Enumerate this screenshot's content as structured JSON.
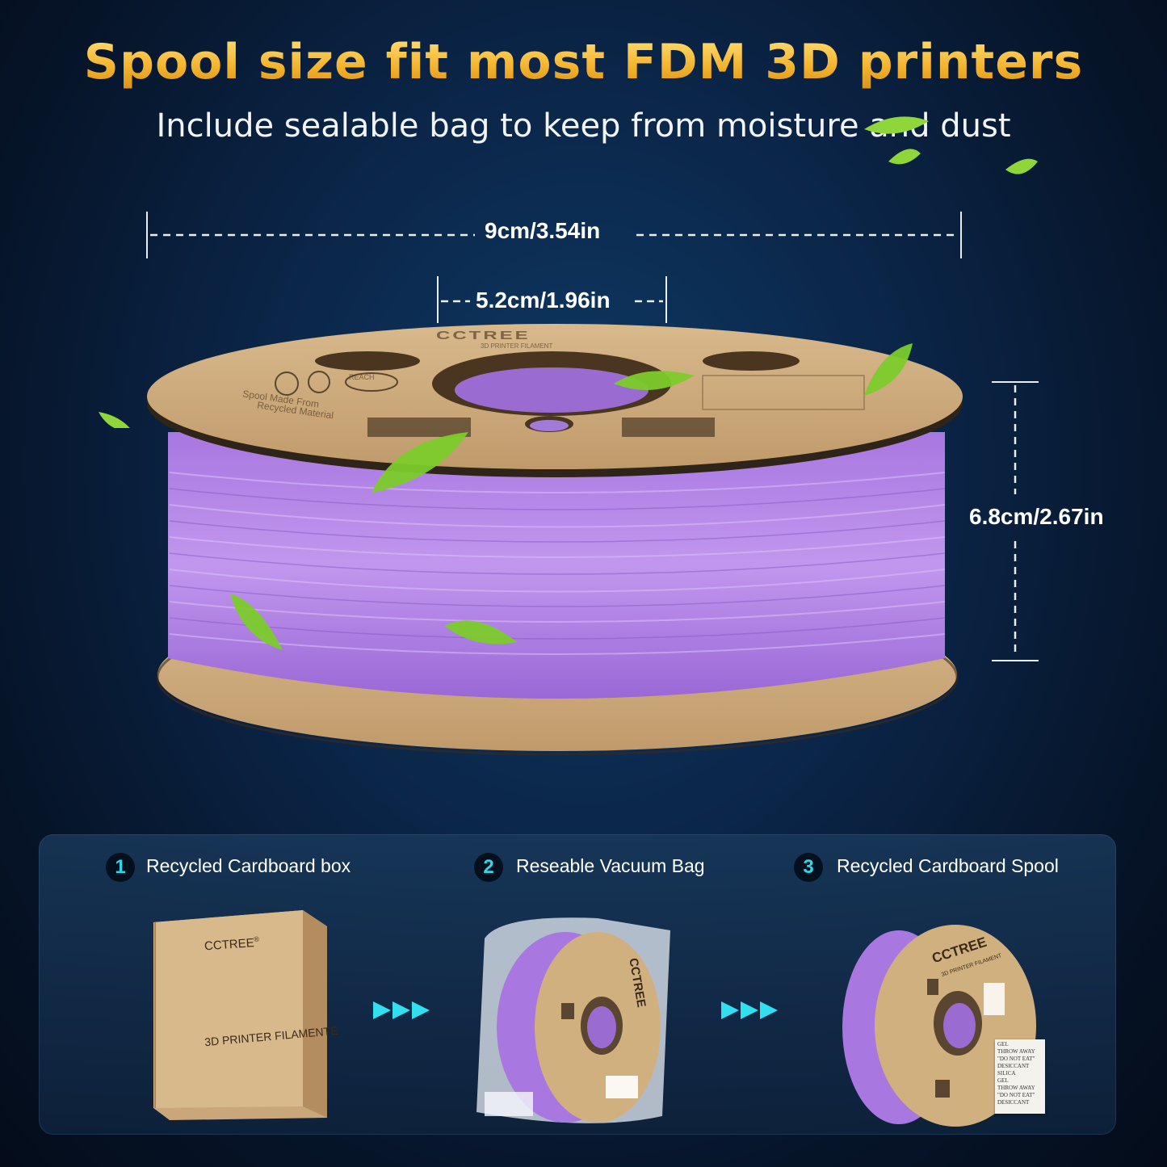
{
  "headline": "Spool size fit most FDM 3D printers",
  "subline": "Include sealable bag to keep from moisture and dust",
  "dimensions": {
    "outer_diameter": "9cm/3.54in",
    "inner_hole": "5.2cm/1.96in",
    "width": "6.8cm/2.67in"
  },
  "spool_label": {
    "brand": "CCTREE",
    "tagline": "3D PRINTER FILAMENT",
    "material_note_line1": "Spool Made From",
    "material_note_line2": "Recycled Material",
    "badge": "REACH"
  },
  "steps": [
    {
      "number": "1",
      "label": "Recycled Cardboard box"
    },
    {
      "number": "2",
      "label": "Reseable Vacuum Bag"
    },
    {
      "number": "3",
      "label": "Recycled Cardboard Spool"
    }
  ],
  "box": {
    "brand": "CCTREE",
    "registered": "®",
    "product": "3D PRINTER FILAMENTE"
  },
  "small_spool": {
    "brand": "CCTREE",
    "tagline": "3D PRINTER FILAMENT"
  },
  "desiccant": {
    "line1": "GEL",
    "line2": "THROW AWAY",
    "line3": "\"DO NOT EAT\"",
    "line4": "DESICCANT",
    "line5": "SILICA",
    "line6": "GEL",
    "line7": "THROW AWAY",
    "line8": "\"DO NOT EAT\"",
    "line9": "DESICCANT"
  },
  "colors": {
    "headline_gold": "#f3b22b",
    "filament_purple": "#b98be6",
    "cardboard": "#c9a77a",
    "accent_cyan": "#30e0ee",
    "background_navy": "#0a2344"
  }
}
